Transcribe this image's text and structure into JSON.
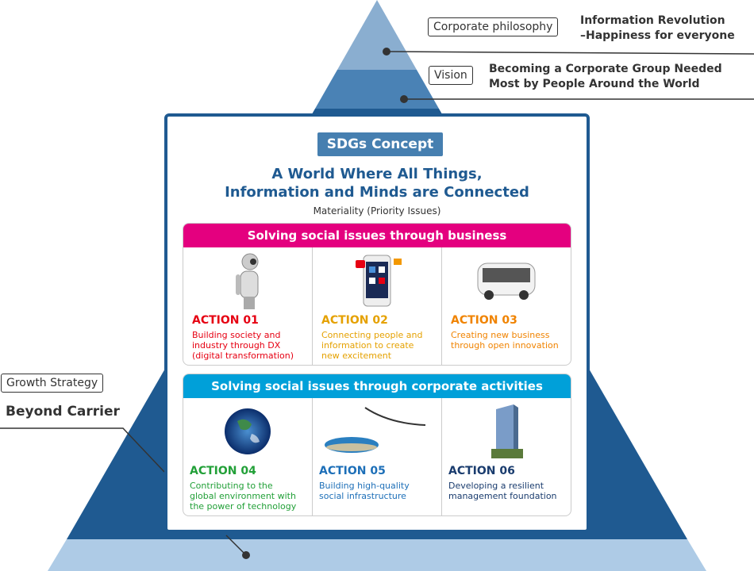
{
  "philosophy": {
    "label": "Corporate philosophy",
    "text_line1": "Information Revolution",
    "text_line2": "–Happiness for everyone"
  },
  "vision": {
    "label": "Vision",
    "text_line1": "Becoming a Corporate Group Needed",
    "text_line2": "Most by People Around the World"
  },
  "growth": {
    "label": "Growth Strategy",
    "text": "Beyond Carrier"
  },
  "sdgs": {
    "badge": "SDGs Concept",
    "headline_line1": "A World Where All Things,",
    "headline_line2": "Information and Minds are Connected",
    "materiality": "Materiality (Priority Issues)"
  },
  "business": {
    "title": "Solving social issues through business",
    "color": "#e4007f",
    "actions": [
      {
        "name": "ACTION 01",
        "desc": [
          "Building society and",
          "industry through DX",
          "(digital transformation)"
        ],
        "color": "#e60012",
        "image": "robot"
      },
      {
        "name": "ACTION 02",
        "desc": [
          "Connecting people and",
          "information to create",
          "new excitement"
        ],
        "color": "#e5a100",
        "image": "smartphone-apps"
      },
      {
        "name": "ACTION 03",
        "desc": [
          "Creating new business",
          "through open innovation"
        ],
        "color": "#f08300",
        "image": "autonomous-bus"
      }
    ]
  },
  "corporate": {
    "title": "Solving social issues through corporate activities",
    "color": "#00a0d9",
    "actions": [
      {
        "name": "ACTION 04",
        "desc": [
          "Contributing to the",
          "global environment with",
          "the power of technology"
        ],
        "color": "#22a038",
        "image": "earth-globe"
      },
      {
        "name": "ACTION 05",
        "desc": [
          "Building high-quality",
          "social infrastructure"
        ],
        "color": "#1d6fb8",
        "image": "airship-hapsmobile"
      },
      {
        "name": "ACTION 06",
        "desc": [
          "Developing a resilient",
          "management foundation"
        ],
        "color": "#1a3c6e",
        "image": "office-tower"
      }
    ]
  },
  "colors": {
    "top_layer": "#8aaed0",
    "vision_layer": "#4a82b5",
    "main_layer": "#1f5a91",
    "base_layer": "#aecbe6"
  }
}
